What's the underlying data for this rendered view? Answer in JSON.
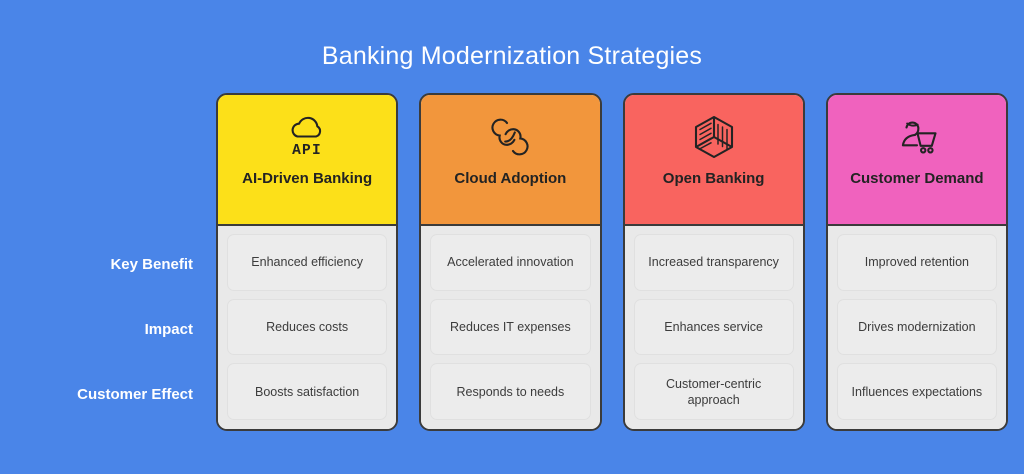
{
  "header": {
    "title": "Banking Modernization Strategies"
  },
  "colors": {
    "background": "#4a85e8",
    "title_text": "#ffffff",
    "card_border": "#3b3b3b",
    "card_body": "#e9e9e9",
    "cell_background": "#ececec",
    "cell_text": "#3c3c3c",
    "row_label_text": "#ffffff"
  },
  "row_labels": [
    "Key Benefit",
    "Impact",
    "Customer Effect"
  ],
  "columns": [
    {
      "title": "AI-Driven Banking",
      "icon": "cloud-api-icon",
      "color": "#fce019",
      "cells": [
        "Enhanced efficiency",
        "Reduces costs",
        "Boosts satisfaction"
      ]
    },
    {
      "title": "Cloud Adoption",
      "icon": "linked-clouds-icon",
      "color": "#f2963c",
      "cells": [
        "Accelerated innovation",
        "Reduces IT expenses",
        "Responds to needs"
      ]
    },
    {
      "title": "Open Banking",
      "icon": "striped-cube-icon",
      "color": "#f9645f",
      "cells": [
        "Increased transparency",
        "Enhances service",
        "Customer-centric approach"
      ]
    },
    {
      "title": "Customer Demand",
      "icon": "shopper-cart-icon",
      "color": "#f062be",
      "cells": [
        "Improved retention",
        "Drives modernization",
        "Influences expectations"
      ]
    }
  ]
}
